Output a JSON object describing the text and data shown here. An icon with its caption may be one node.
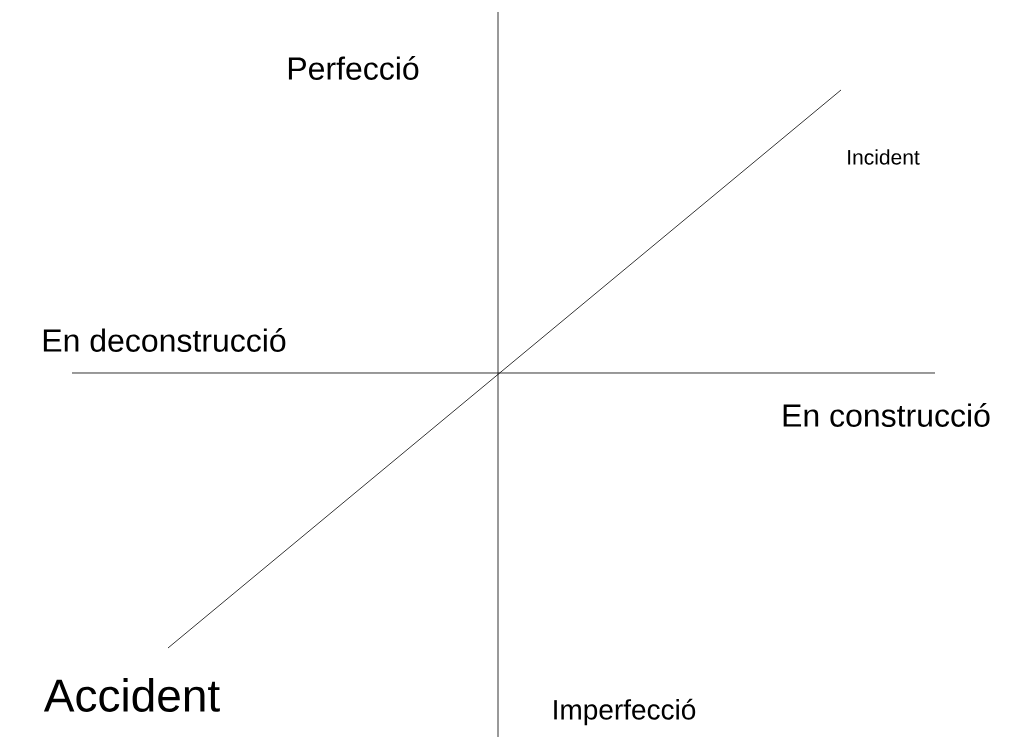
{
  "diagram": {
    "labels": [
      "Perfecció",
      "Incident",
      "En deconstrucció",
      "En construcció",
      "Accident",
      "Imperfecció"
    ]
  }
}
